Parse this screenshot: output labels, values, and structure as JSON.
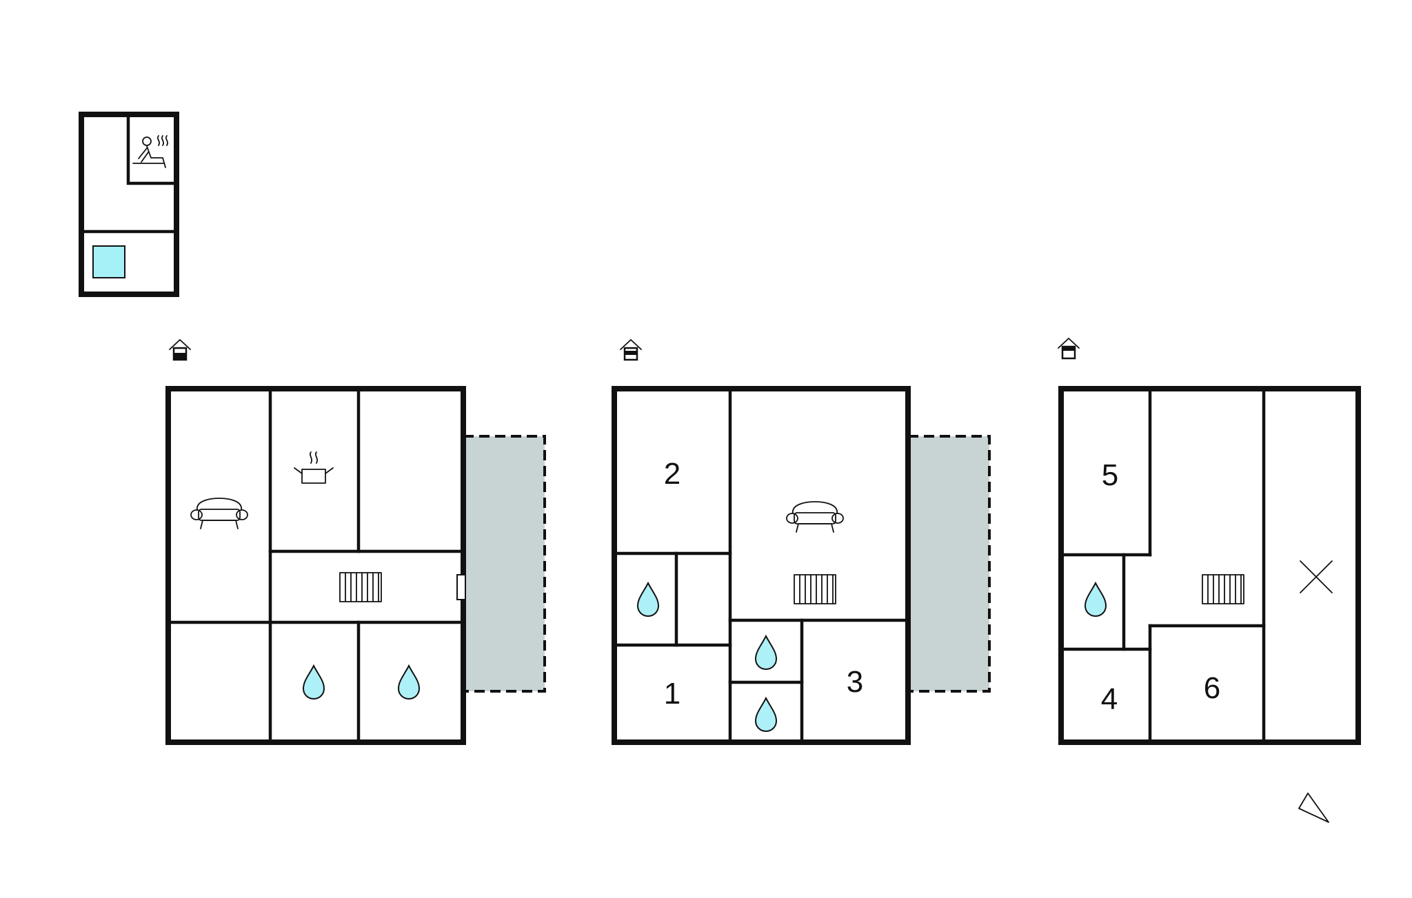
{
  "colors": {
    "wall": "#111111",
    "water": "#aef0f7",
    "terrace": "#c8d3d3",
    "pool": "#a6f1f8",
    "background": "#ffffff"
  },
  "outbuilding": {
    "icons": [
      "sauna-icon",
      "pool-icon"
    ]
  },
  "floors": [
    {
      "level_icon": "ground-floor-icon",
      "rooms": [
        {
          "icon": "sofa-icon"
        },
        {
          "icon": "kitchen-pot-icon"
        },
        {
          "icon": "radiator-icon"
        },
        {
          "icon": "water-drop-icon"
        },
        {
          "icon": "water-drop-icon"
        }
      ],
      "terrace": true
    },
    {
      "level_icon": "first-floor-icon",
      "rooms": [
        {
          "number": "2"
        },
        {
          "number": "1"
        },
        {
          "number": "3"
        },
        {
          "icon": "sofa-icon"
        },
        {
          "icon": "radiator-icon"
        },
        {
          "icon": "water-drop-icon"
        },
        {
          "icon": "water-drop-icon"
        },
        {
          "icon": "water-drop-icon"
        }
      ],
      "terrace": true
    },
    {
      "level_icon": "second-floor-icon",
      "rooms": [
        {
          "number": "5"
        },
        {
          "number": "4"
        },
        {
          "number": "6"
        },
        {
          "icon": "radiator-icon"
        },
        {
          "icon": "water-drop-icon"
        },
        {
          "icon": "open-to-below-icon"
        }
      ],
      "terrace": false
    }
  ],
  "compass": "north-arrow-icon"
}
